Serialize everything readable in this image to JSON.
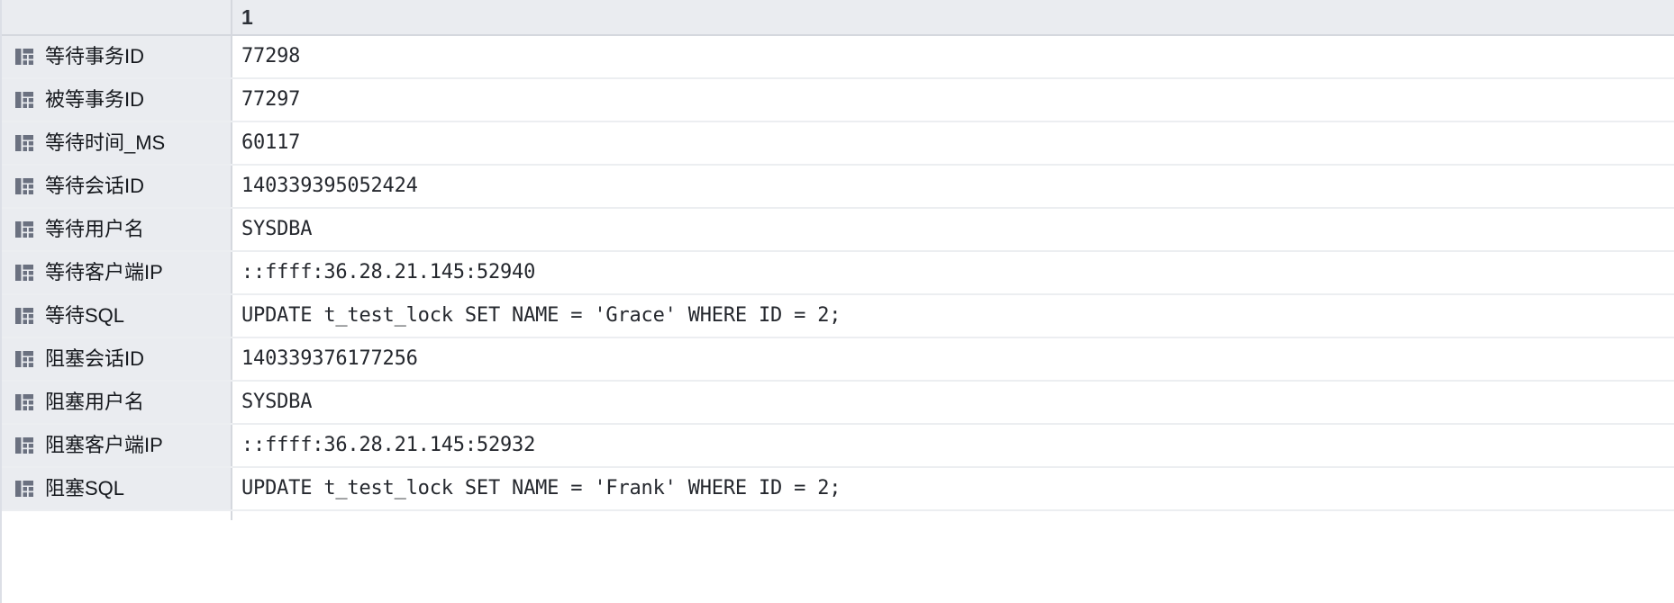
{
  "grid": {
    "header": {
      "field_column_label": "",
      "value_column_label": "1"
    },
    "icon_name": "table-grid-icon",
    "colors": {
      "header_background": "#eaecf0",
      "field_column_background": "#eaecf0",
      "value_column_background": "#ffffff",
      "row_divider": "#eceef1",
      "column_divider": "#d5d8de",
      "icon_fill": "#6b7180",
      "text": "#15181d"
    },
    "rows": [
      {
        "field": "等待事务ID",
        "value": "77298"
      },
      {
        "field": "被等事务ID",
        "value": "77297"
      },
      {
        "field": "等待时间_MS",
        "value": "60117"
      },
      {
        "field": "等待会话ID",
        "value": "140339395052424"
      },
      {
        "field": "等待用户名",
        "value": "SYSDBA"
      },
      {
        "field": "等待客户端IP",
        "value": "::ffff:36.28.21.145:52940"
      },
      {
        "field": "等待SQL",
        "value": "UPDATE t_test_lock SET NAME = 'Grace' WHERE ID = 2;"
      },
      {
        "field": "阻塞会话ID",
        "value": "140339376177256"
      },
      {
        "field": "阻塞用户名",
        "value": "SYSDBA"
      },
      {
        "field": "阻塞客户端IP",
        "value": "::ffff:36.28.21.145:52932"
      },
      {
        "field": "阻塞SQL",
        "value": "UPDATE t_test_lock SET NAME = 'Frank' WHERE ID = 2;"
      }
    ]
  }
}
